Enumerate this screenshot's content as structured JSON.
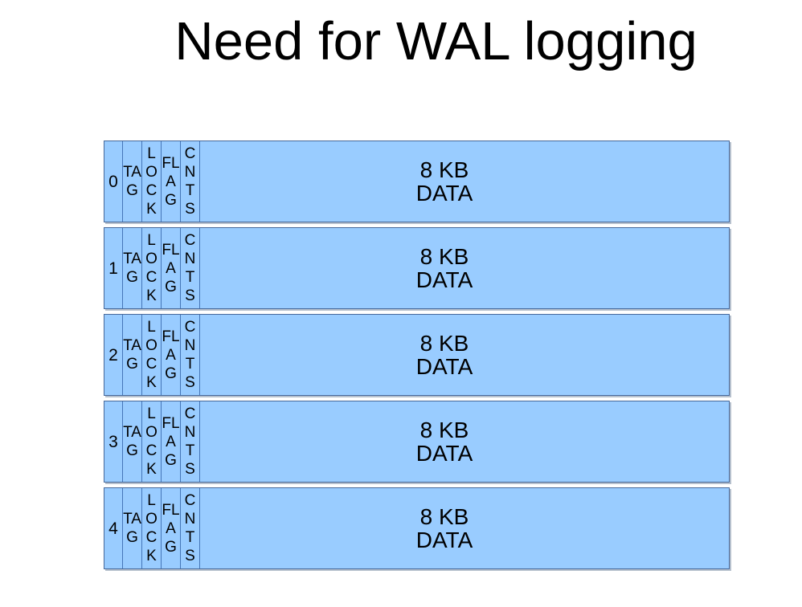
{
  "slide": {
    "title": "Need for WAL logging"
  },
  "diagram": {
    "description": "Five 8 KB shared buffer pages, each with header fields and a data area",
    "colors": {
      "page_fill": "#99ccff",
      "cell_divider": "#4576b8",
      "page_border": "#46689a",
      "page_shadow": "#b6c0cd",
      "text": "#000000",
      "background": "#ffffff"
    },
    "header_fields": [
      "TAG",
      "LOCK",
      "FLAG",
      "CNTS"
    ],
    "data_label_line1": "8 KB",
    "data_label_line2": "DATA",
    "pages": [
      {
        "index": "0"
      },
      {
        "index": "1"
      },
      {
        "index": "2"
      },
      {
        "index": "3"
      },
      {
        "index": "4"
      }
    ]
  }
}
